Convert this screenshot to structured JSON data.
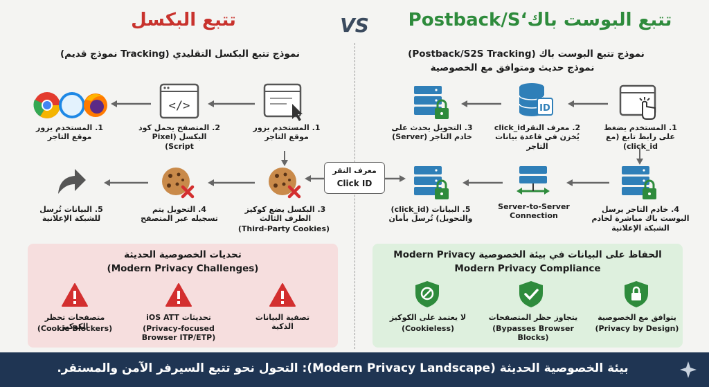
{
  "left": {
    "title": "تتبع البوست باك‘Postback/S",
    "subtitle_1": "نموذج تتبع البوست باك (Postback/S2S Tracking)",
    "subtitle_2": "نموذج حديث ومتوافق مع الخصوصية",
    "steps": {
      "s1": "1. المستخدم يضغط على رابط تابع (مع click_id)",
      "s2": "2. معرف النقرclick_id يُخزن في قاعدة بيانات التاجر",
      "s3": "3. التحويل يحدث على خادم التاجر (Server)",
      "s4": "4. خادم التاجر يرسل البوست باك مباشرة لخادم الشبكة الإعلانية",
      "s5": "5. البيانات (click_id) والتحويل) تُرسل بأمان",
      "conn": "Server-to-Server Connection"
    },
    "panel": {
      "title_1": "الحفاظ على البيانات في بيئة الخصوصية Modern Privacy",
      "title_2": "Modern Privacy Compliance",
      "items": [
        {
          "ar": "يتوافق مع الخصوصية",
          "en": "(Privacy by Design)"
        },
        {
          "ar": "يتجاوز حظر المتصفحات",
          "en": "(Bypasses Browser Blocks)"
        },
        {
          "ar": "لا يعتمد على الكوكيز",
          "en": "(Cookieless)"
        }
      ]
    }
  },
  "vs": "VS",
  "center": {
    "label_1": "معرف النقر",
    "label_2": "Click ID"
  },
  "right": {
    "title": "تتبع البكسل",
    "subtitle": "نموذج تتبع البكسل التقليدي (Tracking نموذج قديم)",
    "steps": {
      "s1a": "1. المستخدم يزور موقع التاجر",
      "s1b": "1. المستخدم يزور موقع التاجر",
      "s2": "2. المتصفح يحمل كود البكسل (Pixel Script)",
      "s3_1": "3. البكسل يضع كوكيز الطرف الثالث",
      "s3_2": "(Third-Party Cookies)",
      "s4": "4. التحويل يتم تسجيله عبر المتصفح",
      "s5": "5. البيانات تُرسل للشبكة الإعلانية"
    },
    "panel": {
      "title_1": "تحديات الخصوصية الحديثة",
      "title_2": "(Modern Privacy Challenges)",
      "items": [
        {
          "ar": "تصفية البيانات الذكية",
          "en": ""
        },
        {
          "ar": "تحديثات iOS ATT",
          "en": "(Privacy-focused Browser ITP/ETP)"
        },
        {
          "ar": "متصفحات تحظر الكوكيز",
          "en": "(Cookie Blockers)"
        }
      ]
    }
  },
  "footer": "بيئة الخصوصية الحديثة (Modern Privacy Landscape): التحول نحو تتبع السيرفر الآمن والمستقر.",
  "colors": {
    "green": "#2e8b3c",
    "red": "#c8322d",
    "navy": "#1f3553",
    "server": "#2f7fb8"
  }
}
